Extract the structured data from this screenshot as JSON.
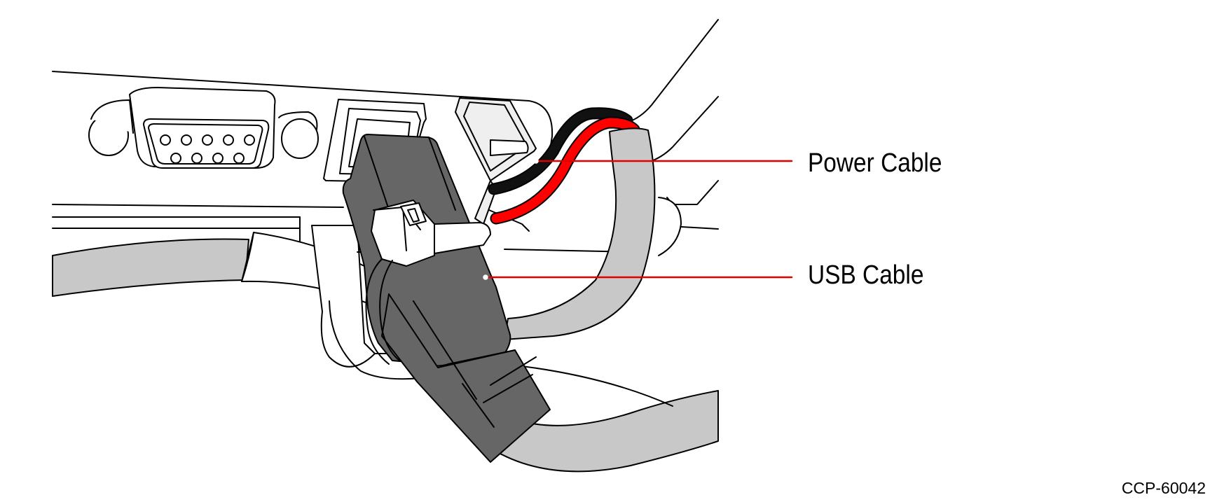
{
  "callouts": {
    "power_cable": "Power Cable",
    "usb_cable": "USB Cable"
  },
  "figure_id": "CCP-60042",
  "colors": {
    "outline": "#000000",
    "cable_gray": "#c8c8c8",
    "connector_dark": "#666666",
    "callout_line": "#e00000",
    "wire_red": "#ff0000",
    "wire_black": "#111111",
    "port_fill": "#efefef"
  }
}
